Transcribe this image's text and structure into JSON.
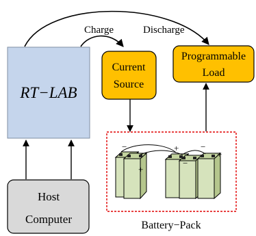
{
  "labels": {
    "charge": "Charge",
    "discharge": "Discharge",
    "rt_lab": "RT−LAB",
    "current_source_line1": "Current",
    "current_source_line2": "Source",
    "programmable_load_line1": "Programmable",
    "programmable_load_line2": "Load",
    "host_line1": "Host",
    "host_line2": "Computer",
    "battery_pack": "Battery−Pack"
  },
  "polarity": {
    "plus": "+",
    "minus": "−"
  },
  "colors": {
    "rt_lab_fill": "#c5d5ec",
    "module_fill": "#ffc000",
    "host_fill": "#d9d9d9",
    "cell_fill": "#d6e3bc",
    "battery_border": "#e00000",
    "line": "#000000"
  }
}
